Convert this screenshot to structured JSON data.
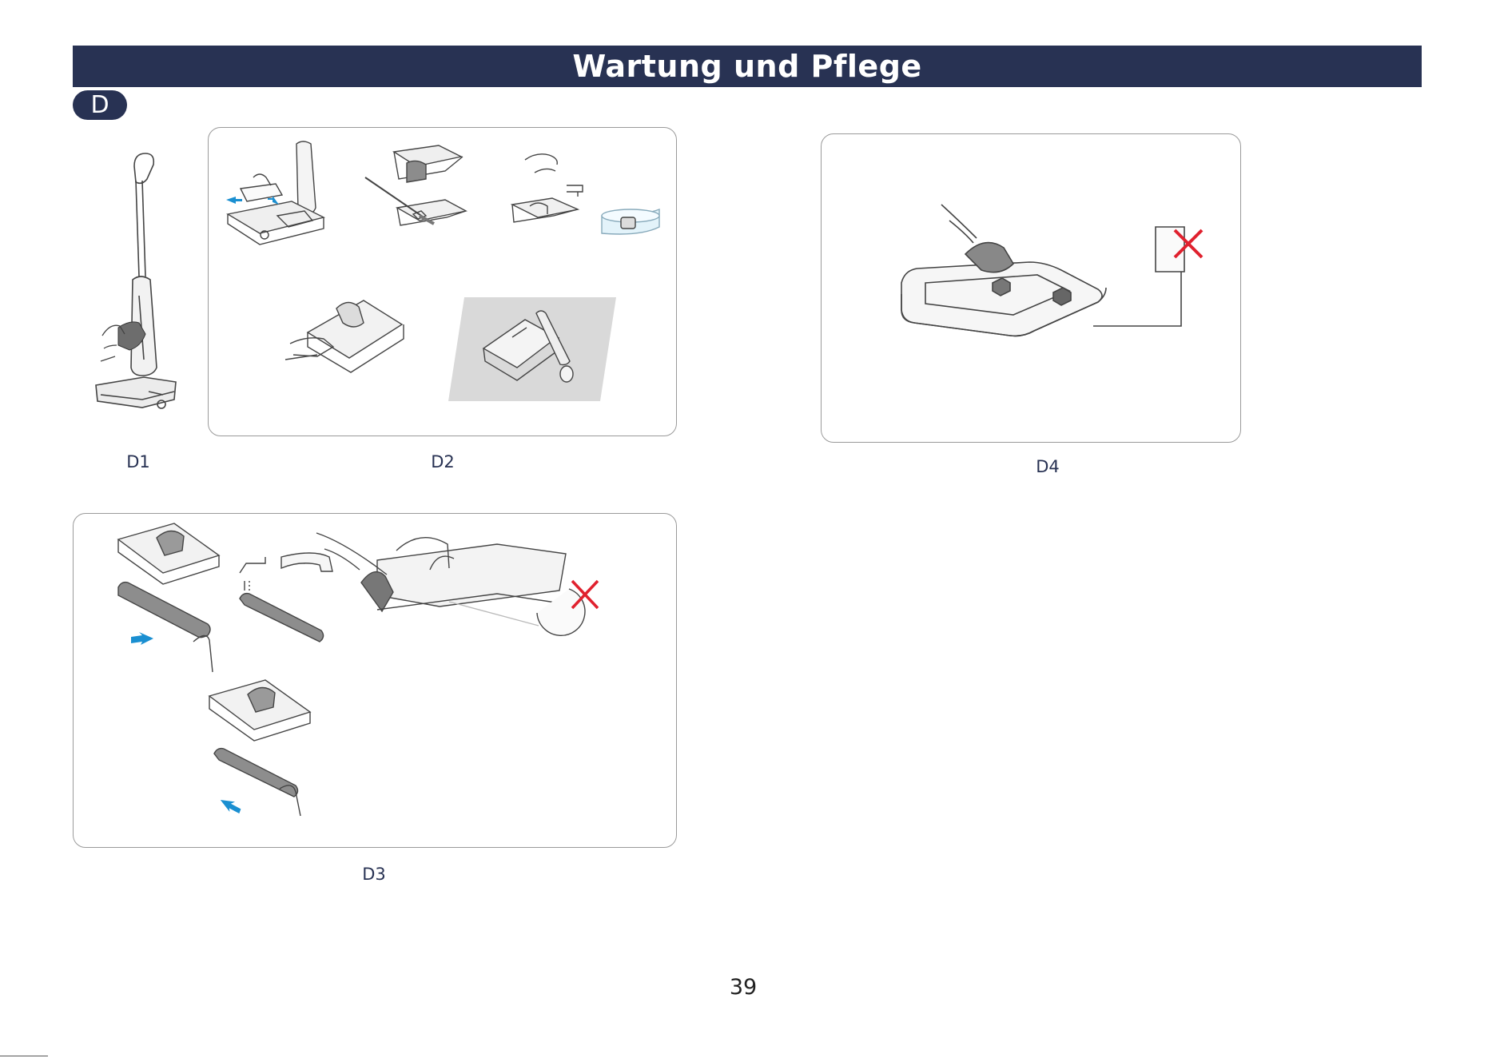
{
  "header": {
    "title": "Wartung und Pflege"
  },
  "section": {
    "badge": "D"
  },
  "figures": {
    "d1": {
      "caption": "D1"
    },
    "d2": {
      "caption": "D2"
    },
    "d3": {
      "caption": "D3"
    },
    "d4": {
      "caption": "D4"
    }
  },
  "page": {
    "number": "39"
  },
  "colors": {
    "header_bg": "#283253",
    "arrow": "#1a8fd1",
    "cross": "#e0212e"
  }
}
